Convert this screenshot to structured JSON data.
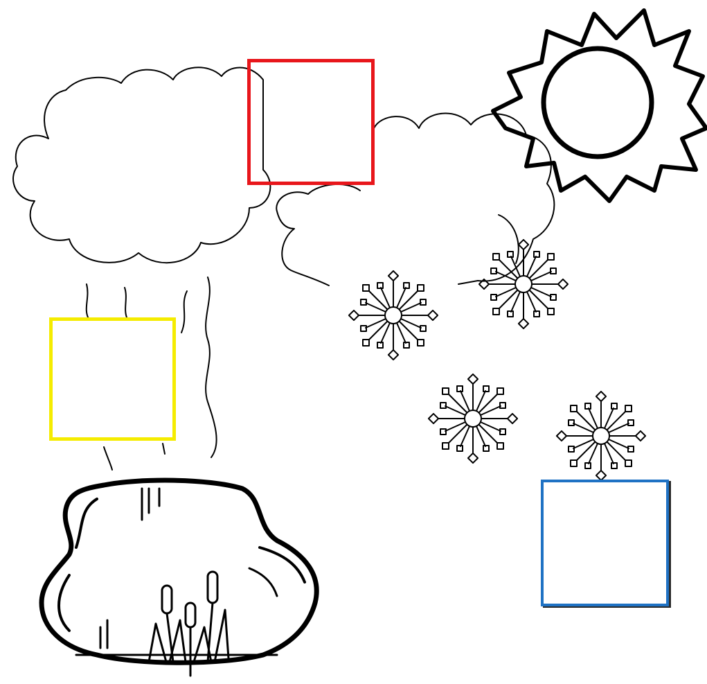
{
  "diagram": {
    "icons": [
      "cloud-icon",
      "sun-icon",
      "snowflake-icon",
      "rain-icon",
      "pond-icon",
      "cattail-icon",
      "grass-icon"
    ],
    "answer_boxes": [
      {
        "id": "red",
        "color": "#e8161b"
      },
      {
        "id": "yellow",
        "color": "#f5ec00"
      },
      {
        "id": "blue",
        "color": "#1f72c4"
      }
    ]
  }
}
